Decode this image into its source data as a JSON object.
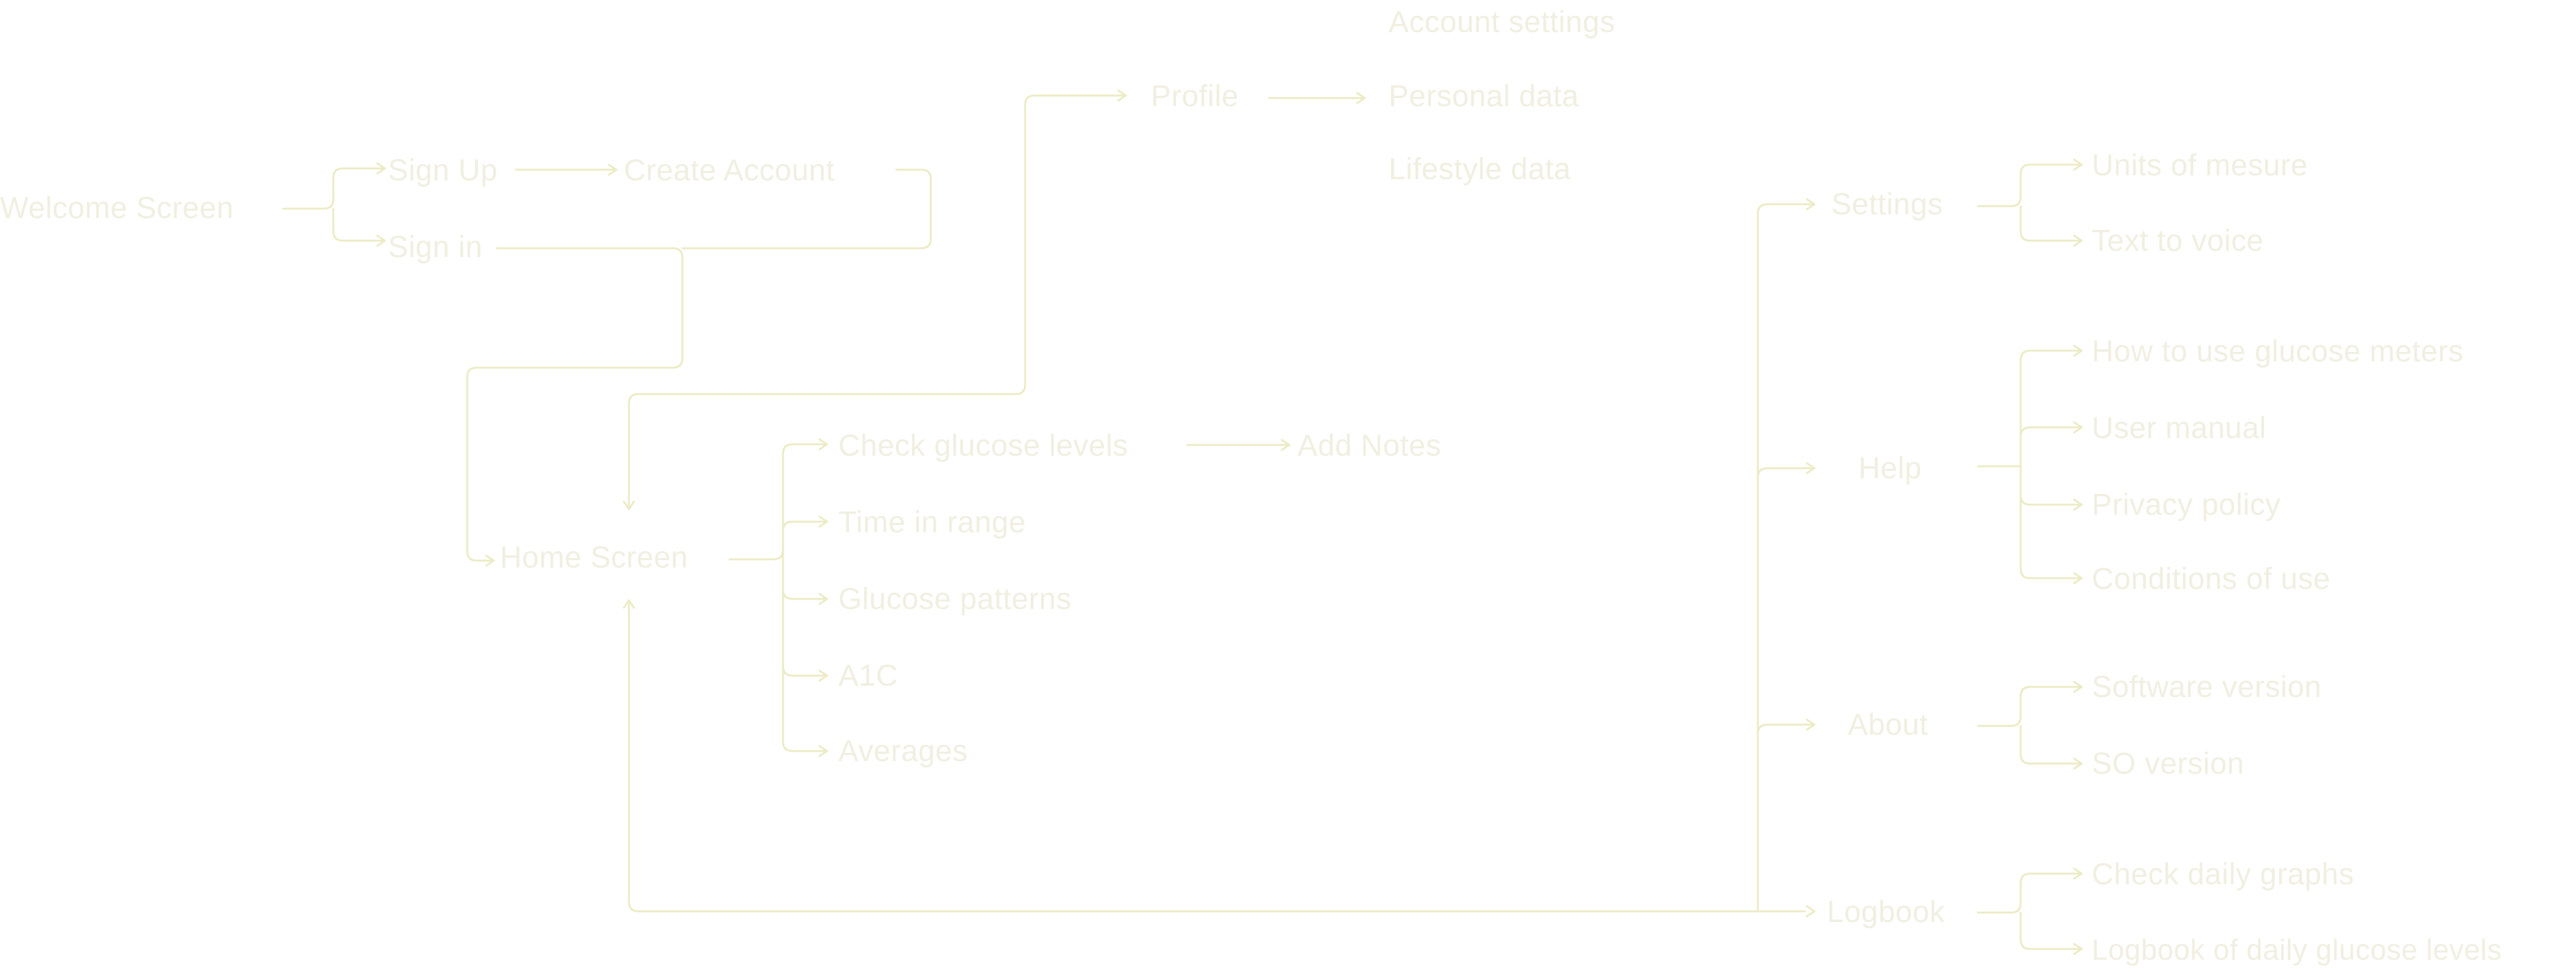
{
  "colors": {
    "background": "#ffffff",
    "connector": "#ecebc4",
    "label": "#f1efe1"
  },
  "sitemap": {
    "welcome": "Welcome Screen",
    "sign_up": "Sign Up",
    "sign_in": "Sign in",
    "create_account": "Create Account",
    "home": "Home Screen",
    "profile": {
      "label": "Profile",
      "children": [
        "Account settings",
        "Personal data",
        "Lifestyle data"
      ]
    },
    "home_items": {
      "check_glucose": "Check glucose levels",
      "add_notes": "Add Notes",
      "time_in_range": "Time in range",
      "glucose_patterns": "Glucose patterns",
      "a1c": "A1C",
      "averages": "Averages"
    },
    "settings": {
      "label": "Settings",
      "children": [
        "Units of mesure",
        "Text to voice"
      ]
    },
    "help": {
      "label": "Help",
      "children": [
        "How to use glucose meters",
        "User manual",
        "Privacy policy",
        "Conditions of use"
      ]
    },
    "about": {
      "label": "About",
      "children": [
        "Software version",
        "SO version"
      ]
    },
    "logbook": {
      "label": "Logbook",
      "children": [
        "Check daily graphs",
        "Logbook of daily glucose levels"
      ]
    }
  }
}
